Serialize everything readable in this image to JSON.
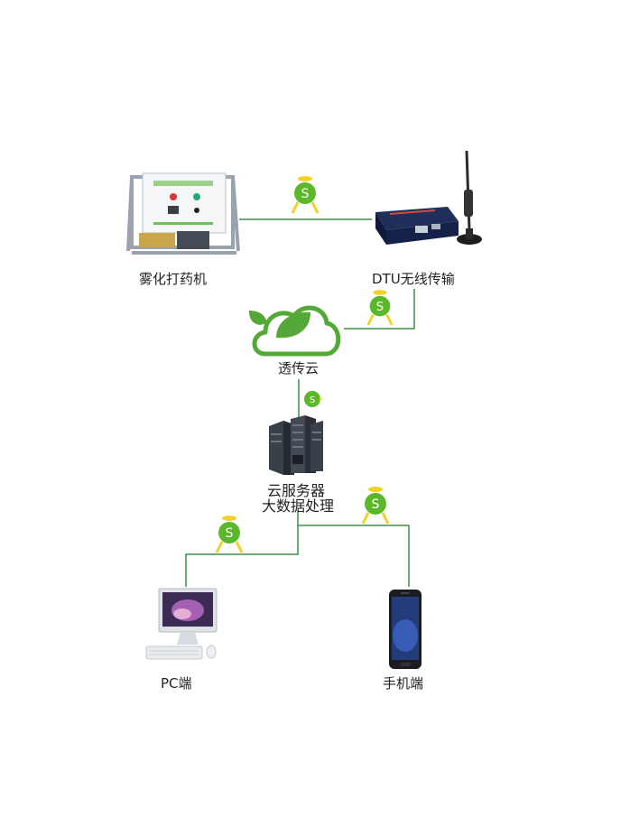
{
  "nodes": {
    "sprayer": {
      "label": "雾化打药机",
      "icon": "sprayer-machine"
    },
    "dtu": {
      "label": "DTU无线传输",
      "icon": "dtu-antenna"
    },
    "cloud": {
      "label": "透传云",
      "icon": "leaf-cloud"
    },
    "server": {
      "label_line1": "云服务器",
      "label_line2": "大数据处理",
      "icon": "server-rack"
    },
    "pc": {
      "label": "PC端",
      "icon": "desktop-computer"
    },
    "phone": {
      "label": "手机端",
      "icon": "smartphone"
    }
  },
  "colors": {
    "wire": "#3f8f4a",
    "runner_green": "#5cb82b",
    "runner_yellow": "#f2d12a",
    "cloud_green": "#54a838",
    "server_dark": "#2b3038"
  },
  "runner_icon": "data-runner-icon"
}
